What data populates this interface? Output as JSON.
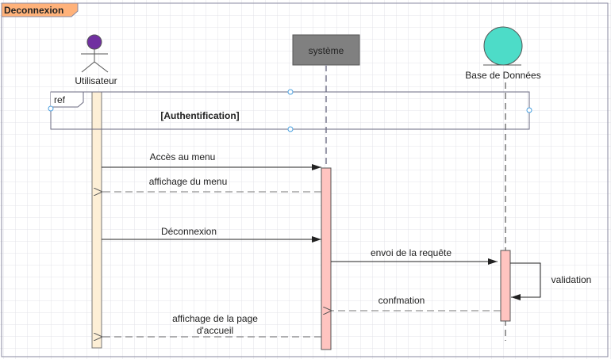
{
  "diagram": {
    "title": "Deconnexion",
    "participants": [
      {
        "id": "user",
        "label": "Utilisateur",
        "kind": "actor",
        "color": "#7030a0"
      },
      {
        "id": "system",
        "label": "système",
        "kind": "object",
        "color": "#808080"
      },
      {
        "id": "db",
        "label": "Base de Données",
        "kind": "entity",
        "color": "#4ddcc8"
      }
    ],
    "ref": {
      "tag": "ref",
      "label": "[Authentification]"
    },
    "messages": [
      {
        "label": "Accès au menu",
        "type": "sync"
      },
      {
        "label": "affichage du menu",
        "type": "return"
      },
      {
        "label": "Déconnexion",
        "type": "sync"
      },
      {
        "label": "envoi de la requête",
        "type": "sync"
      },
      {
        "label": "validation",
        "type": "self"
      },
      {
        "label": "confmation",
        "type": "return"
      },
      {
        "label_line1": "affichage de la page",
        "label_line2": "d'accueil",
        "type": "return"
      }
    ],
    "colors": {
      "title_tab": "#ffb27a",
      "user_activation": "#fdefd6",
      "activation": "#ffc4c0"
    }
  }
}
